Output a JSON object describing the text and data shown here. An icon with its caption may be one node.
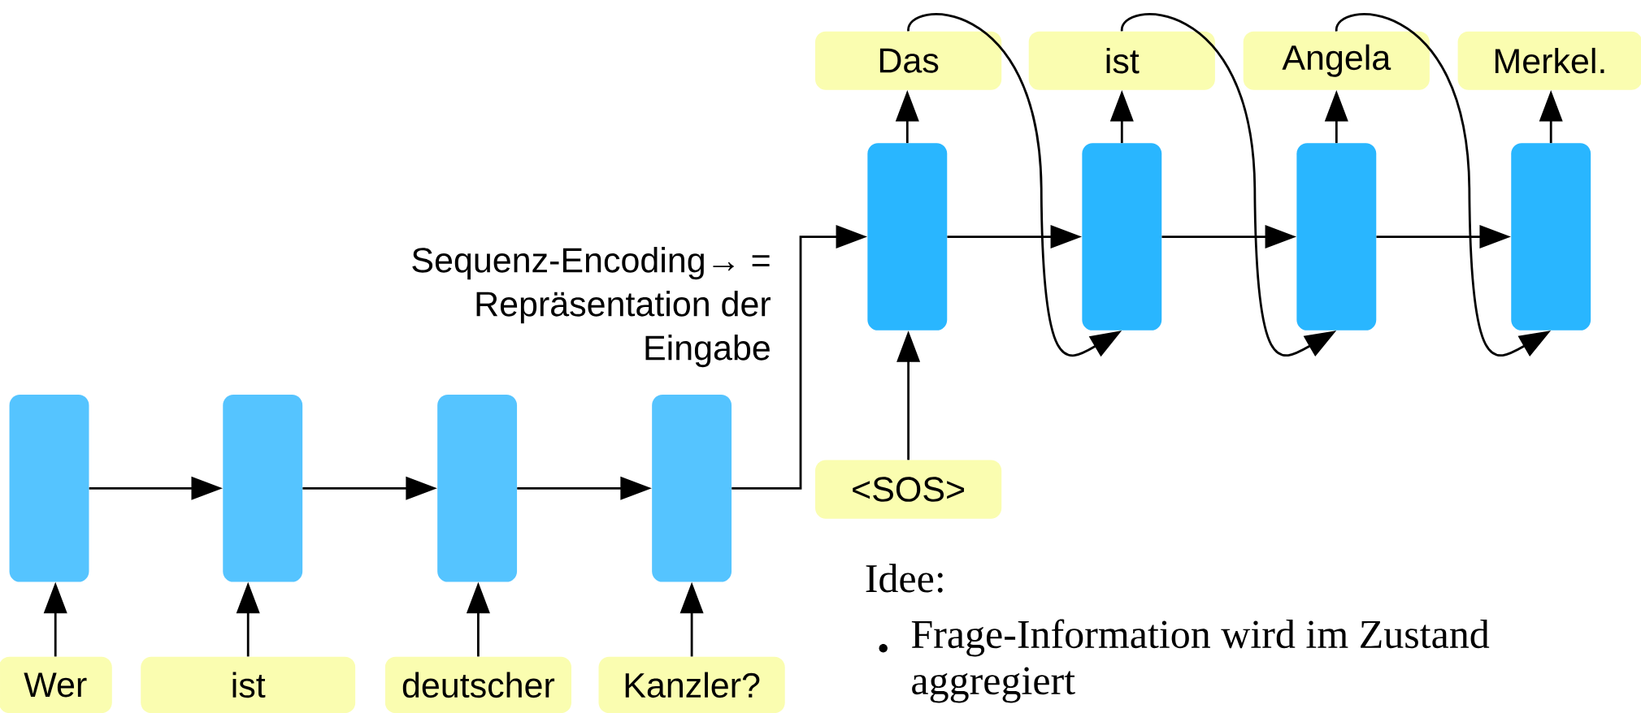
{
  "diagram": {
    "nodes": [
      {
        "text": [
          "Das"
        ]
      },
      {
        "text": [
          "ist"
        ]
      },
      {
        "text": [
          "Angela"
        ]
      },
      {
        "text": [
          "Merkel."
        ]
      },
      {
        "text": [],
        "shape": "box"
      },
      {
        "text": [],
        "shape": "box"
      },
      {
        "text": [],
        "shape": "box"
      },
      {
        "text": [],
        "shape": "box"
      },
      {
        "text": [
          "<SOS>"
        ]
      },
      {
        "text": [],
        "shape": "box"
      },
      {
        "text": [],
        "shape": "box"
      },
      {
        "text": [],
        "shape": "box"
      },
      {
        "text": [],
        "shape": "box"
      },
      {
        "text": [
          "Wer"
        ]
      },
      {
        "text": [
          "ist"
        ]
      },
      {
        "text": [
          "deutscher"
        ]
      },
      {
        "text": [
          "Kanzler?"
        ]
      }
    ],
    "edges": [
      {
        "from": 13,
        "to": 9,
        "arrow": "to"
      },
      {
        "from": 14,
        "to": 10,
        "arrow": "to"
      },
      {
        "from": 15,
        "to": 11,
        "arrow": "to"
      },
      {
        "from": 16,
        "to": 12,
        "arrow": "to"
      },
      {
        "from": 9,
        "to": 10,
        "arrow": "to"
      },
      {
        "from": 10,
        "to": 11,
        "arrow": "to"
      },
      {
        "from": 11,
        "to": 12,
        "arrow": "to"
      },
      {
        "from": 12,
        "to": 4,
        "arrow": "to"
      },
      {
        "from": 8,
        "to": 4,
        "arrow": "to"
      },
      {
        "from": 4,
        "to": 5,
        "arrow": "to"
      },
      {
        "from": 5,
        "to": 6,
        "arrow": "to"
      },
      {
        "from": 6,
        "to": 7,
        "arrow": "to"
      },
      {
        "from": 4,
        "to": 0,
        "arrow": "to"
      },
      {
        "from": 5,
        "to": 1,
        "arrow": "to"
      },
      {
        "from": 6,
        "to": 2,
        "arrow": "to"
      },
      {
        "from": 7,
        "to": 3,
        "arrow": "to"
      },
      {
        "from": 0,
        "to": 5,
        "arrow": "to"
      },
      {
        "from": 1,
        "to": 6,
        "arrow": "to"
      },
      {
        "from": 2,
        "to": 7,
        "arrow": "to"
      }
    ],
    "labels": [
      "Sequenz-Encoding→ = Repräsentation der Eingabe",
      "Idee:",
      "Frage-Information wird im Zustand aggregiert"
    ]
  }
}
